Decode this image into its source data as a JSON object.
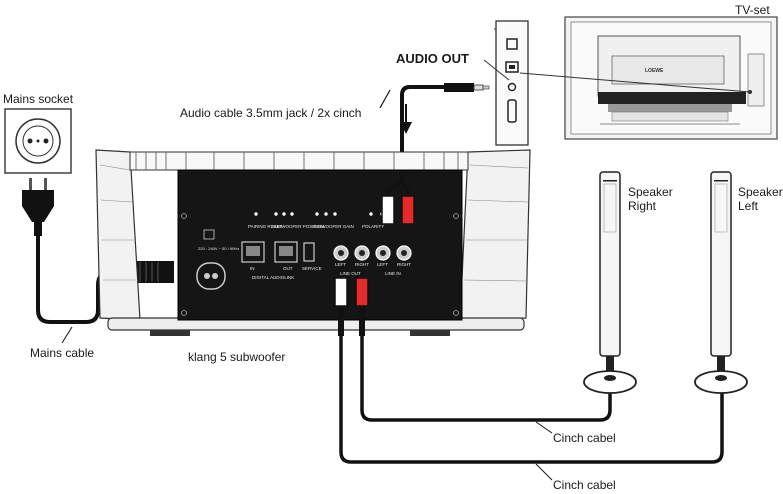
{
  "labels": {
    "mains_socket": "Mains socket",
    "mains_cable": "Mains cable",
    "audio_cable": "Audio cable 3.5mm jack / 2x cinch",
    "audio_out": "AUDIO OUT",
    "tv_set": "TV-set",
    "subwoofer": "klang 5 subwoofer",
    "speaker_right_line1": "Speaker",
    "speaker_right_line2": "Right",
    "speaker_left_line1": "Speaker",
    "speaker_left_line2": "Left",
    "cinch_cabel_1": "Cinch cabel",
    "cinch_cabel_2": "Cinch cabel"
  },
  "panel": {
    "pairing_reset": "PAIRING RESET",
    "subwoofer_position": "SUBWOOFER POSITION",
    "subwoofer_gain": "SUBWOOFER GAIN",
    "polarity": "POLARITY",
    "digital_audiolink": "DIGITAL AUDIOLINK",
    "service": "SERVICE",
    "in": "IN",
    "out": "OUT",
    "left": "LEFT",
    "right": "RIGHT",
    "line_in": "LINE IN",
    "line_out": "LINE OUT",
    "voltage": "220 - 240V ~ 50 / 60Hz"
  },
  "tv": {
    "brand": "LOEWE"
  }
}
